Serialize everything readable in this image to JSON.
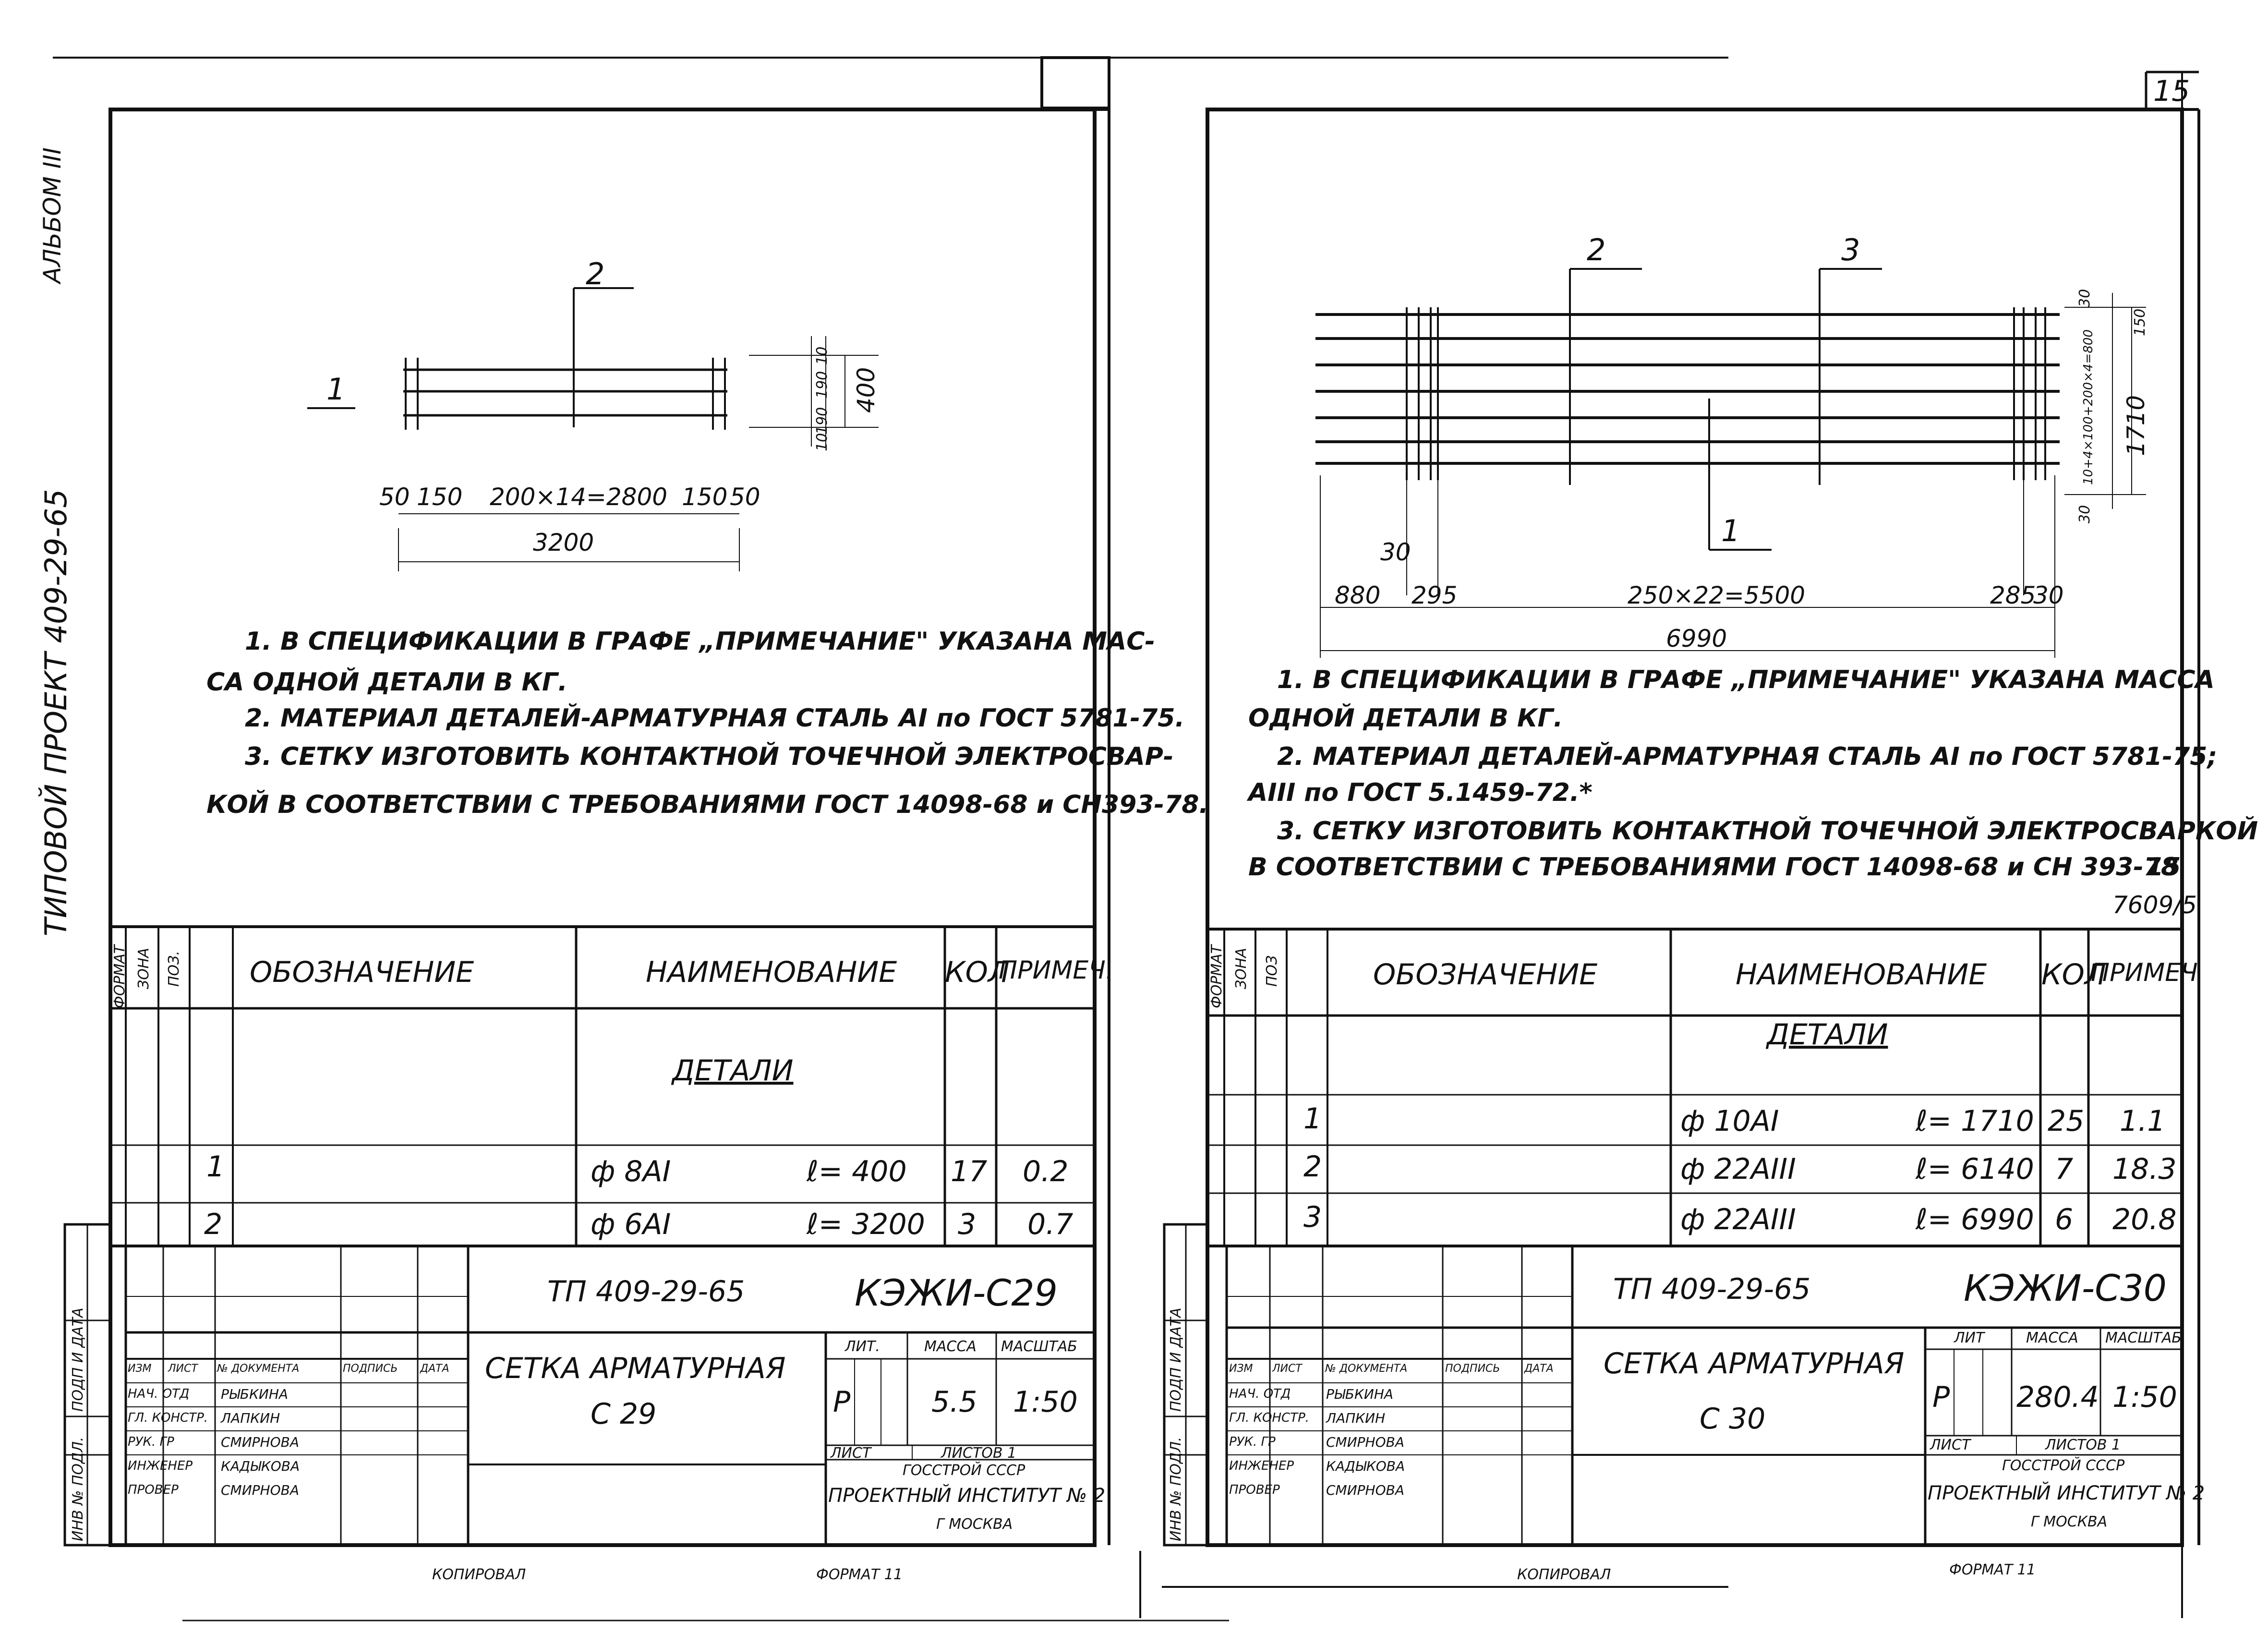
{
  "page_number": "15",
  "side_label": {
    "album": "АЛЬБОМ III",
    "project": "ТИПОВОЙ ПРОЕКТ 409-29-65"
  },
  "stamp_side": {
    "podp_data": "ПОДП И ДАТА",
    "inv_podl": "ИНВ № ПОДЛ."
  },
  "bottom": {
    "copy": "КОПИРОВАЛ",
    "format": "ФОРМАТ 11"
  },
  "sheets": [
    {
      "drawing": {
        "pos1": "1",
        "pos2": "2",
        "dims": {
          "left50": "50",
          "left150": "150",
          "middle": "200×14=2800",
          "right150": "150",
          "right50": "50",
          "total": "3200",
          "height": "400",
          "v10": "10",
          "v190a": "190",
          "v190b": "190",
          "v10b": "10"
        }
      },
      "notes": [
        "1.  В СПЕЦИФИКАЦИИ В ГРАФЕ „ПРИМЕЧАНИЕ\" УКАЗАНА МАС-",
        "СА ОДНОЙ ДЕТАЛИ В КГ.",
        "2.  МАТЕРИАЛ ДЕТАЛЕЙ-АРМАТУРНАЯ СТАЛЬ AI по ГОСТ 5781-75.",
        "3.  СЕТКУ ИЗГОТОВИТЬ КОНТАКТНОЙ ТОЧЕЧНОЙ ЭЛЕКТРОСВАР-",
        "КОЙ В СООТВЕТСТВИИ С ТРЕБОВАНИЯМИ ГОСТ 14098-68 и СН393-78."
      ],
      "spec": {
        "headers": {
          "format": "ФОРМАТ",
          "zone": "ЗОНА",
          "pos": "ПОЗ.",
          "designation": "ОБОЗНАЧЕНИЕ",
          "name": "НАИМЕНОВАНИЕ",
          "qty": "КОЛ",
          "note": "ПРИМЕЧ."
        },
        "section": "ДЕТАЛИ",
        "rows": [
          {
            "pos": "1",
            "name": "ф 8AI",
            "length": "ℓ= 400",
            "qty": "17",
            "note": "0.2"
          },
          {
            "pos": "2",
            "name": "ф 6AI",
            "length": "ℓ= 3200",
            "qty": "3",
            "note": "0.7"
          }
        ]
      },
      "title_block": {
        "code": "ТП 409-29-65",
        "mark": "КЭЖИ-С29",
        "title": "СЕТКА АРМАТУРНАЯ",
        "subtitle": "С 29",
        "lit": "ЛИТ.",
        "mass_label": "МАССА",
        "scale_label": "МАСШТАБ",
        "lit_value": "Р",
        "mass": "5.5",
        "scale": "1:50",
        "sheet": "ЛИСТ",
        "sheets": "ЛИСТОВ 1",
        "org1": "ГОССТРОЙ СССР",
        "org2": "ПРОЕКТНЫЙ ИНСТИТУТ № 2",
        "org3": "Г МОСКВА",
        "roles_header": [
          "ИЗМ",
          "ЛИСТ",
          "№ ДОКУМЕНТА",
          "ПОДПИСЬ",
          "ДАТА"
        ],
        "roles": [
          {
            "role": "НАЧ. ОТД",
            "name": "РЫБКИНА"
          },
          {
            "role": "ГЛ. КОНСТР.",
            "name": "ЛАПКИН"
          },
          {
            "role": "РУК. ГР",
            "name": "СМИРНОВА"
          },
          {
            "role": "ИНЖЕНЕР",
            "name": "КАДЫКОВА"
          },
          {
            "role": "ПРОВЕР",
            "name": "СМИРНОВА"
          }
        ]
      }
    },
    {
      "drawing": {
        "pos1": "1",
        "pos2": "2",
        "pos3": "3",
        "dims": {
          "d880": "880",
          "d295": "295",
          "middle": "250×22=5500",
          "d285": "285",
          "d30": "30",
          "total": "6990",
          "d30left": "30",
          "height": "1710",
          "v30top": "30",
          "v150": "150",
          "vmid": "10+4×100+200×4=800",
          "v30bot": "30"
        }
      },
      "notes": [
        "1.  В СПЕЦИФИКАЦИИ В ГРАФЕ „ПРИМЕЧАНИЕ\" УКАЗАНА МАССА",
        "ОДНОЙ ДЕТАЛИ В КГ.",
        "2.  МАТЕРИАЛ ДЕТАЛЕЙ-АРМАТУРНАЯ СТАЛЬ AI по ГОСТ 5781-75;",
        "AIII по ГОСТ 5.1459-72.*",
        "3.  СЕТКУ ИЗГОТОВИТЬ КОНТАКТНОЙ ТОЧЕЧНОЙ ЭЛЕКТРОСВАРКОЙ",
        "В СООТВЕТСТВИИ С ТРЕБОВАНИЯМИ ГОСТ 14098-68 и СН 393-78"
      ],
      "note_mark": "15",
      "archive_no": "7609/5",
      "spec": {
        "headers": {
          "format": "ФОРМАТ",
          "zone": "ЗОНА",
          "pos": "ПОЗ",
          "designation": "ОБОЗНАЧЕНИЕ",
          "name": "НАИМЕНОВАНИЕ",
          "qty": "КОЛ",
          "note": "ПРИМЕЧ"
        },
        "section": "ДЕТАЛИ",
        "rows": [
          {
            "pos": "1",
            "name": "ф 10AI",
            "length": "ℓ= 1710",
            "qty": "25",
            "note": "1.1"
          },
          {
            "pos": "2",
            "name": "ф 22AIII",
            "length": "ℓ= 6140",
            "qty": "7",
            "note": "18.3"
          },
          {
            "pos": "3",
            "name": "ф 22AIII",
            "length": "ℓ= 6990",
            "qty": "6",
            "note": "20.8"
          }
        ]
      },
      "title_block": {
        "code": "ТП 409-29-65",
        "mark": "КЭЖИ-С30",
        "title": "СЕТКА АРМАТУРНАЯ",
        "subtitle": "С 30",
        "lit": "ЛИТ",
        "mass_label": "МАССА",
        "scale_label": "МАСШТАБ",
        "lit_value": "Р",
        "mass": "280.4",
        "scale": "1:50",
        "sheet": "ЛИСТ",
        "sheets": "ЛИСТОВ 1",
        "org1": "ГОССТРОЙ СССР",
        "org2": "ПРОЕКТНЫЙ ИНСТИТУТ № 2",
        "org3": "Г МОСКВА",
        "roles_header": [
          "ИЗМ",
          "ЛИСТ",
          "№ ДОКУМЕНТА",
          "ПОДПИСЬ",
          "ДАТА"
        ],
        "roles": [
          {
            "role": "НАЧ. ОТД",
            "name": "РЫБКИНА"
          },
          {
            "role": "ГЛ. КОНСТР.",
            "name": "ЛАПКИН"
          },
          {
            "role": "РУК. ГР",
            "name": "СМИРНОВА"
          },
          {
            "role": "ИНЖЕНЕР",
            "name": "КАДЫКОВА"
          },
          {
            "role": "ПРОВЕР",
            "name": "СМИРНОВА"
          }
        ]
      }
    }
  ]
}
